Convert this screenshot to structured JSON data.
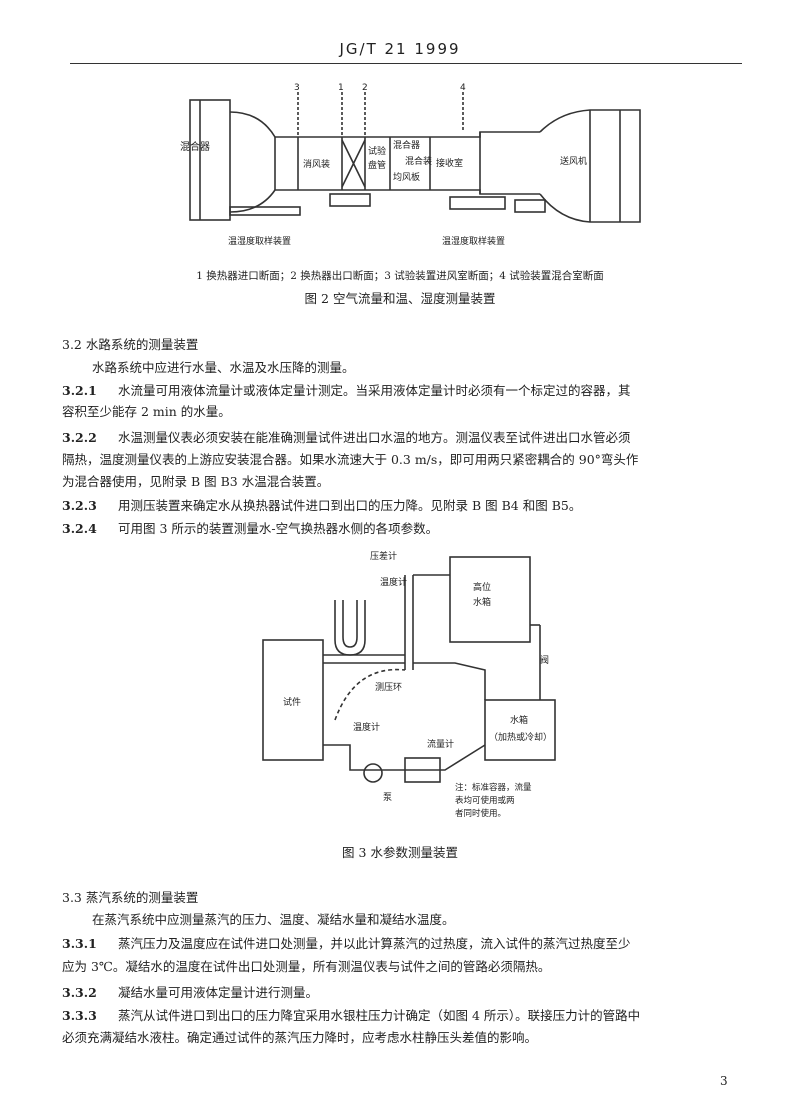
{
  "header": {
    "code": "JG/T 21  1999"
  },
  "figure2": {
    "labels": {
      "mixer": "混合器",
      "n3": "3",
      "n1": "1",
      "n2": "2",
      "n4": "4",
      "rectifier": "消风装",
      "test_section": "试验",
      "test_section2": "盘管",
      "mixer_box": "混合器",
      "mixer_box2": "混合装",
      "equalizer": "均风板",
      "receiver": "接收室",
      "fan": "送风机",
      "humidity_left": "温湿度取样装置",
      "humidity_right": "温湿度取样装置"
    },
    "legend": "1  换热器进口断面；2  换热器出口断面；3  试验装置进风室断面；4  试验装置混合室断面",
    "caption": "图 2   空气流量和温、湿度测量装置"
  },
  "section_3_2": {
    "heading": "3.2   水路系统的测量装置",
    "intro": "水路系统中应进行水量、水温及水压降的测量。",
    "p1_num": "3.2.1",
    "p1_l1": "水流量可用液体流量计或液体定量计测定。当采用液体定量计时必须有一个标定过的容器，其",
    "p1_l2": "容积至少能存 2 min 的水量。",
    "p2_num": "3.2.2",
    "p2_l1": "水温测量仪表必须安装在能准确测量试件进出口水温的地方。测温仪表至试件进出口水管必须",
    "p2_l2": "隔热，温度测量仪表的上游应安装混合器。如果水流速大于 0.3 m/s，即可用两只紧密耦合的 90°弯头作",
    "p2_l3": "为混合器使用，见附录 B 图 B3 水温混合装置。",
    "p3_num": "3.2.3",
    "p3_l1": "用测压装置来确定水从换热器试件进口到出口的压力降。见附录 B 图 B4 和图 B5。",
    "p4_num": "3.2.4",
    "p4_l1": "可用图 3 所示的装置测量水-空气换热器水侧的各项参数。"
  },
  "figure3": {
    "labels": {
      "manometer": "压差计",
      "thermometer_top": "温度计",
      "tank_top": "高位",
      "tank_top2": "水箱",
      "valve": "阀",
      "specimen": "试件",
      "test_ring": "测压环",
      "thermometer_bottom": "温度计",
      "flowmeter": "流量计",
      "water_tank": "水箱",
      "water_tank2": "（加热或冷却）",
      "pump": "泵",
      "note1": "注：标准容器，流量",
      "note2": "表均可使用或两",
      "note3": "者同时使用。"
    },
    "caption": "图 3   水参数测量装置"
  },
  "section_3_3": {
    "heading": "3.3   蒸汽系统的测量装置",
    "intro": "在蒸汽系统中应测量蒸汽的压力、温度、凝结水量和凝结水温度。",
    "p1_num": "3.3.1",
    "p1_l1": "蒸汽压力及温度应在试件进口处测量，并以此计算蒸汽的过热度，流入试件的蒸汽过热度至少",
    "p1_l2": "应为 3℃。凝结水的温度在试件出口处测量，所有测温仪表与试件之间的管路必须隔热。",
    "p2_num": "3.3.2",
    "p2_l1": "凝结水量可用液体定量计进行测量。",
    "p3_num": "3.3.3",
    "p3_l1": "蒸汽从试件进口到出口的压力降宜采用水银柱压力计确定（如图 4 所示）。联接压力计的管路中",
    "p3_l2": "必须充满凝结水液柱。确定通过试件的蒸汽压力降时，应考虑水柱静压头差值的影响。"
  },
  "page_number": "3"
}
